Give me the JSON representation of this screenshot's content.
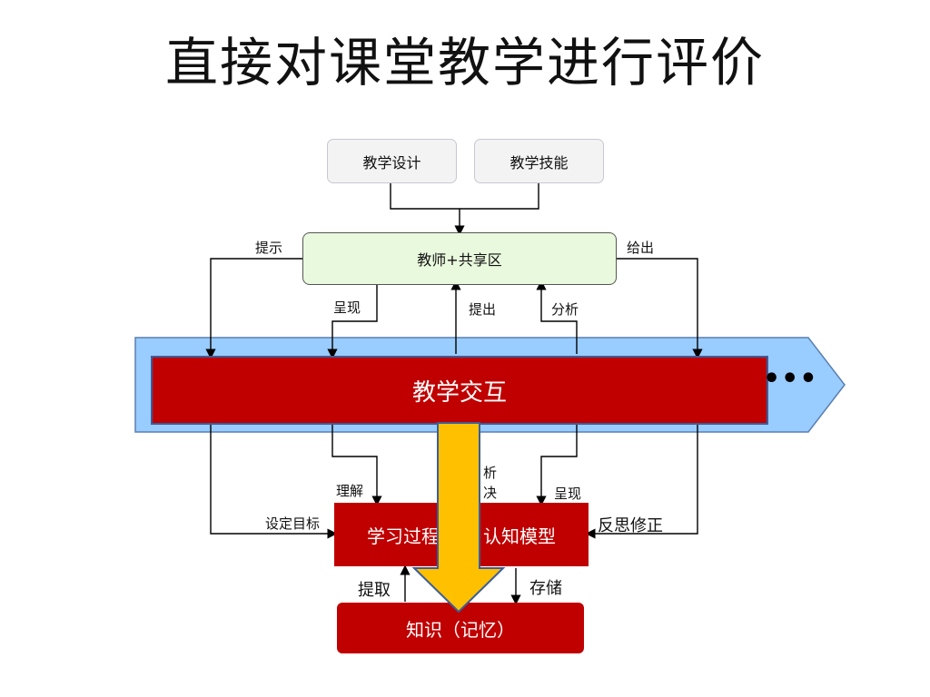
{
  "title": "直接对课堂教学进行评价",
  "boxes": {
    "design": "教学设计",
    "skills": "教学技能",
    "teacher": "教师+共享区",
    "interaction": "教学交互",
    "learning_left": "学习过程",
    "learning_right": "认知模型",
    "memory": "知识（记忆）"
  },
  "labels": {
    "hint": "提示",
    "give": "给出",
    "present_top": "呈现",
    "propose": "提出",
    "analyze": "分析",
    "understand": "理解",
    "analyze_partial": "析",
    "solve_partial": "决",
    "present_bottom": "呈现",
    "set_goal": "设定目标",
    "reflect": "反思修正",
    "retrieve": "提取",
    "store": "存储"
  },
  "ellipsis": "•••",
  "colors": {
    "red": "#c00000",
    "band": "#99ccff",
    "teacher_fill": "#e9f9dd",
    "down_arrow": "#ffc000"
  }
}
